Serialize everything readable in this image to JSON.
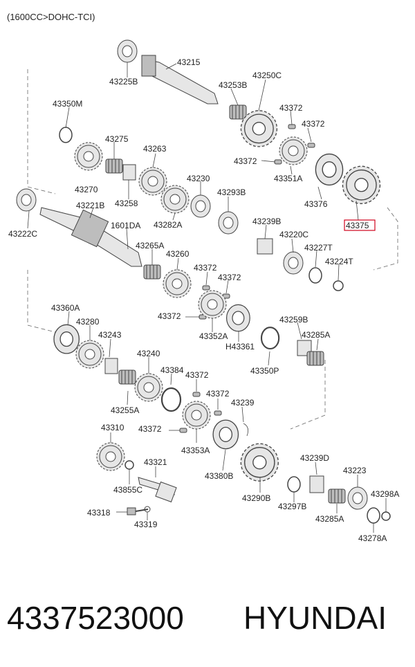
{
  "header": {
    "engine_note": "(1600CC>DOHC-TCI)"
  },
  "highlight_color": "#d0021b",
  "highlighted_part": "43375",
  "footer": {
    "part_number": "4337523000",
    "brand": "HYUNDAI"
  },
  "labels": {
    "l43225B": "43225B",
    "l43215": "43215",
    "l43253B": "43253B",
    "l43250C": "43250C",
    "l43350M": "43350M",
    "l43372a": "43372",
    "l43372b": "43372",
    "l43275": "43275",
    "l43263": "43263",
    "l43372c": "43372",
    "l43351A": "43351A",
    "l43270": "43270",
    "l43258": "43258",
    "l43230": "43230",
    "l43293B": "43293B",
    "l43376": "43376",
    "l43222C": "43222C",
    "l43221B": "43221B",
    "l1601DA": "1601DA",
    "l43282A": "43282A",
    "l43375": "43375",
    "l43239B": "43239B",
    "l43220C": "43220C",
    "l43265A": "43265A",
    "l43227T": "43227T",
    "l43260": "43260",
    "l43224T": "43224T",
    "l43372d": "43372",
    "l43372e": "43372",
    "l43360A": "43360A",
    "l43372f": "43372",
    "l43280": "43280",
    "l43352A": "43352A",
    "l43259B": "43259B",
    "l43243": "43243",
    "lH43361": "H43361",
    "l43285A": "43285A",
    "l43240": "43240",
    "l43384": "43384",
    "l43350P": "43350P",
    "l43372g": "43372",
    "l43255A": "43255A",
    "l43372h": "43372",
    "l43239": "43239",
    "l43310": "43310",
    "l43372i": "43372",
    "l43353A": "43353A",
    "l43321": "43321",
    "l43380B": "43380B",
    "l43239D": "43239D",
    "l43855C": "43855C",
    "l43223": "43223",
    "l43290B": "43290B",
    "l43298A": "43298A",
    "l43318": "43318",
    "l43297B": "43297B",
    "l43285A2": "43285A",
    "l43319": "43319",
    "l43278A": "43278A"
  }
}
